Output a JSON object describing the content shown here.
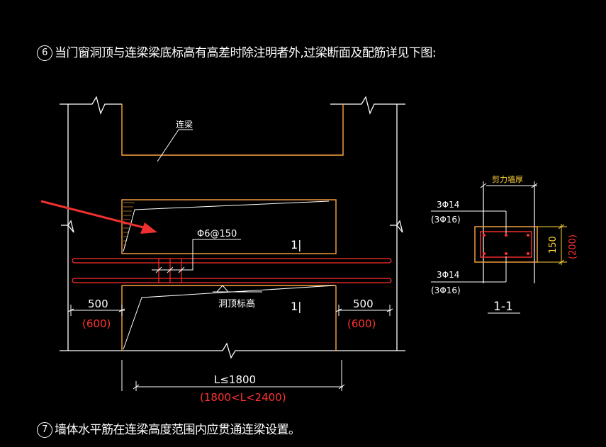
{
  "notes": {
    "note6_marker": "6",
    "note6_text": "当门窗洞顶与连梁梁底标高有高差时除注明者外,过梁断面及配筋详见下图:",
    "note7_marker": "7",
    "note7_text": "墙体水平筋在连梁高度范围内应贯通连梁设置。"
  },
  "elevation": {
    "coupling_beam_label": "连梁",
    "stirrup_label": "Φ6@150",
    "section_mark_top": "1|",
    "section_mark_bottom": "1|",
    "opening_top_label": "洞顶标高",
    "left_bearing": "500",
    "left_bearing_alt": "(600)",
    "right_bearing": "500",
    "right_bearing_alt": "(600)",
    "span_label": "L≤1800",
    "span_label_alt": "(1800<L<2400)"
  },
  "section": {
    "wall_thickness_label": "剪力墙厚",
    "top_bars": "3Φ14",
    "top_bars_alt": "(3Φ16)",
    "bottom_bars": "3Φ14",
    "bottom_bars_alt": "(3Φ16)",
    "depth": "150",
    "depth_alt": "(200)",
    "title": "1-1"
  },
  "colors": {
    "background": "#000000",
    "line_white": "#ffffff",
    "line_orange": "#ffa640",
    "line_red": "#ff3030",
    "text_red": "#ff3030",
    "text_yellow": "#ffd23a",
    "arrow_red": "#f03030"
  }
}
